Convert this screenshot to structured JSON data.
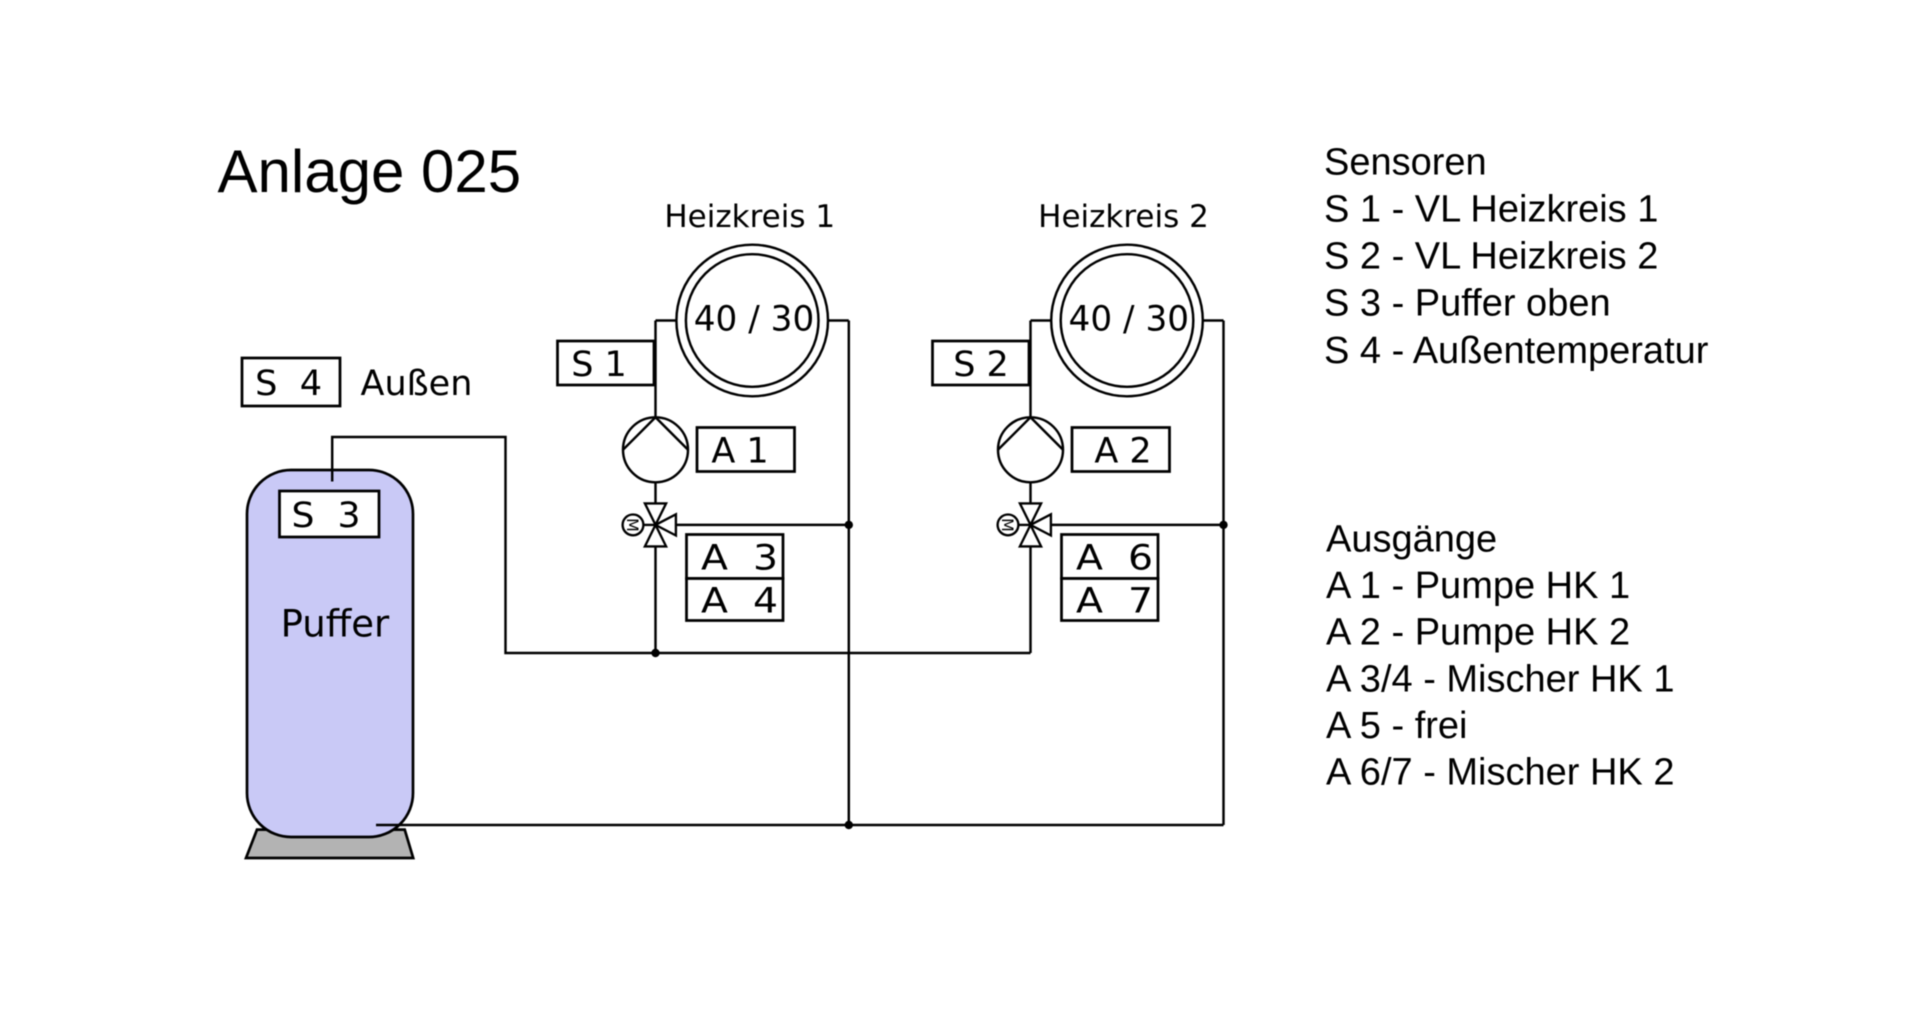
{
  "title": "Anlage 025",
  "colors": {
    "background": "#ffffff",
    "line": "#000000",
    "tank_fill": "#c9c9f6",
    "base_fill": "#b3b3b3",
    "box_fill": "#ffffff"
  },
  "diagram": {
    "buffer": {
      "label": "Puffer",
      "sensor_box": "S  3"
    },
    "outdoor_sensor": {
      "box": "S  4",
      "label": "Außen"
    },
    "circuits": [
      {
        "name": "Heizkreis 1",
        "meter": "40 / 30",
        "sensor_box": "S 1",
        "pump_box": "A 1",
        "mixer_box_top": "A  3",
        "mixer_box_bottom": "A  4",
        "motor": "M"
      },
      {
        "name": "Heizkreis 2",
        "meter": "40 / 30",
        "sensor_box": "S 2",
        "pump_box": "A 2",
        "mixer_box_top": "A  6",
        "mixer_box_bottom": "A  7",
        "motor": "M"
      }
    ]
  },
  "legend": {
    "sensors": {
      "heading": "Sensoren",
      "items": [
        "S 1 - VL Heizkreis 1",
        "S 2 - VL Heizkreis 2",
        "S 3 - Puffer oben",
        "S 4 - Außentemperatur"
      ]
    },
    "outputs": {
      "heading": "Ausgänge",
      "items": [
        "A 1 - Pumpe HK 1",
        "A 2 - Pumpe HK 2",
        "A 3/4 - Mischer HK 1",
        "A 5 - frei",
        "A 6/7 - Mischer HK 2"
      ]
    }
  }
}
